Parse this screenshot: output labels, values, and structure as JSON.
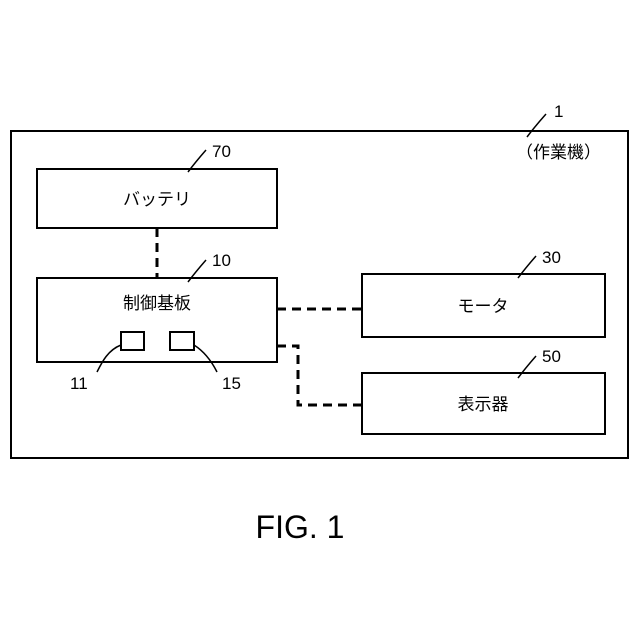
{
  "diagram": {
    "system": {
      "ref": "1",
      "label": "（作業機）"
    },
    "battery": {
      "ref": "70",
      "label": "バッテリ"
    },
    "control_board": {
      "ref": "10",
      "label": "制御基板"
    },
    "motor": {
      "ref": "30",
      "label": "モータ"
    },
    "display": {
      "ref": "50",
      "label": "表示器"
    },
    "component_left": {
      "ref": "11"
    },
    "component_right": {
      "ref": "15"
    }
  },
  "caption": "FIG. 1"
}
